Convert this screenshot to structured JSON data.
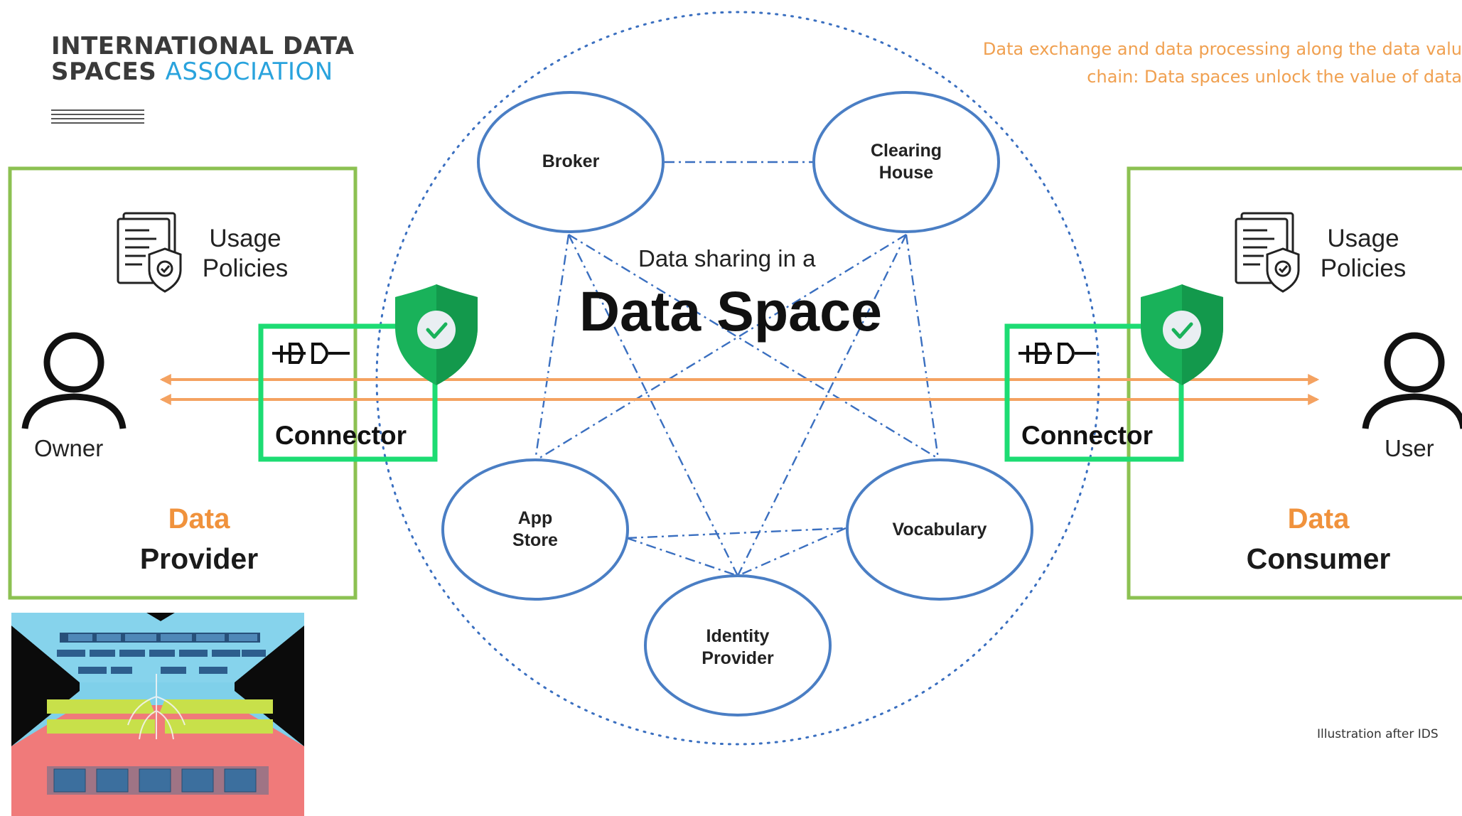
{
  "logo": {
    "line1": "INTERNATIONAL DATA",
    "line2_prefix": "SPACES",
    "line2_accent": "ASSOCIATION"
  },
  "tagline": {
    "line1": "Data exchange and data processing along the data valu",
    "line2": "chain: Data spaces unlock the value of data"
  },
  "data_space": {
    "subtitle": "Data sharing in a",
    "title": "Data Space"
  },
  "nodes": {
    "broker": "Broker",
    "clearing_house_1": "Clearing",
    "clearing_house_2": "House",
    "app_store_1": "App",
    "app_store_2": "Store",
    "vocabulary": "Vocabulary",
    "identity_provider_1": "Identity",
    "identity_provider_2": "Provider"
  },
  "provider": {
    "policies_1": "Usage",
    "policies_2": "Policies",
    "person": "Owner",
    "connector": "Connector",
    "role_1": "Data",
    "role_2": "Provider"
  },
  "consumer": {
    "policies_1": "Usage",
    "policies_2": "Policies",
    "person": "User",
    "connector": "Connector",
    "role_1": "Data",
    "role_2": "Consumer"
  },
  "credit": "Illustration after IDS",
  "colors": {
    "provider_box": "#8cc152",
    "connector_green": "#1ddc73",
    "shield_green": "#19b25a",
    "node_stroke": "#4a7ec4",
    "dash_blue": "#3a6fc0",
    "arrow_orange": "#f4a261",
    "data_orange": "#f0923c",
    "logo_blue": "#29a3dd"
  },
  "icons": {
    "policy": "document-shield-icon",
    "shield": "shield-check-icon",
    "plug": "plug-icon",
    "person": "person-icon"
  }
}
